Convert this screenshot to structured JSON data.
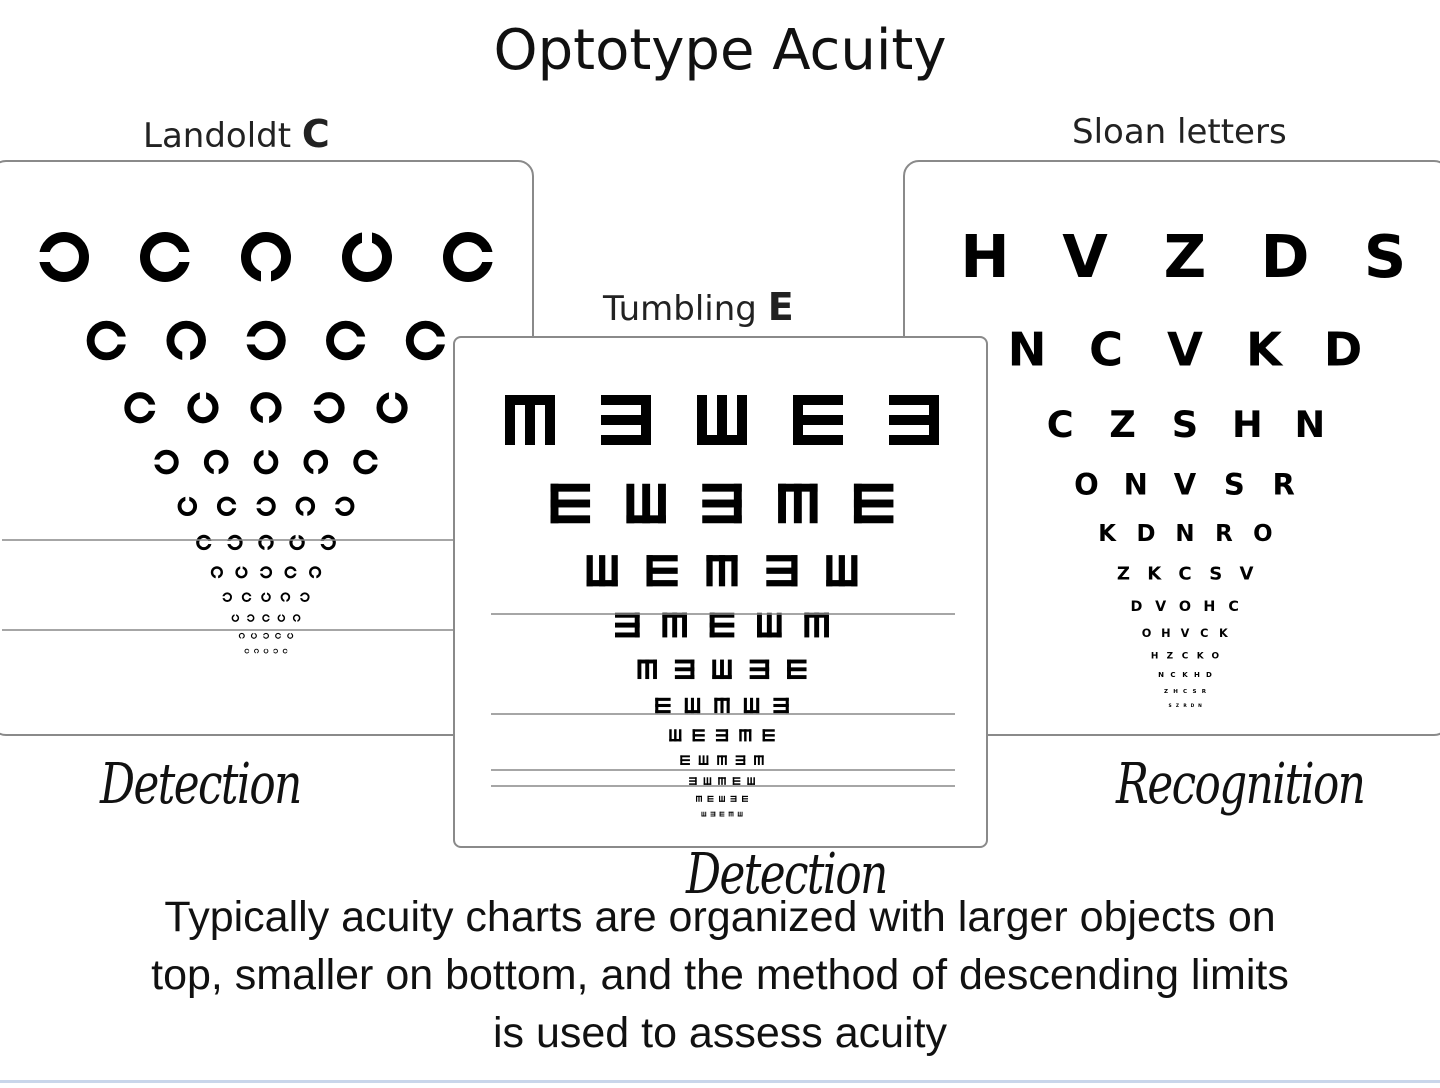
{
  "title": "Optotype Acuity",
  "charts": {
    "landolt": {
      "label_prefix": "Landoldt",
      "label_glyph": "C",
      "method": "Detection"
    },
    "tumbling": {
      "label_prefix": "Tumbling",
      "label_glyph": "E",
      "method": "Detection"
    },
    "sloan": {
      "label": "Sloan letters",
      "method": "Recognition"
    }
  },
  "sloan_rows": [
    [
      "H",
      "V",
      "Z",
      "D",
      "S"
    ],
    [
      "N",
      "C",
      "V",
      "K",
      "D"
    ],
    [
      "C",
      "Z",
      "S",
      "H",
      "N"
    ],
    [
      "O",
      "N",
      "V",
      "S",
      "R"
    ],
    [
      "K",
      "D",
      "N",
      "R",
      "O"
    ],
    [
      "Z",
      "K",
      "C",
      "S",
      "V"
    ],
    [
      "D",
      "V",
      "O",
      "H",
      "C"
    ],
    [
      "O",
      "H",
      "V",
      "C",
      "K"
    ],
    [
      "H",
      "Z",
      "C",
      "K",
      "O"
    ],
    [
      "N",
      "C",
      "K",
      "H",
      "D"
    ],
    [
      "Z",
      "H",
      "C",
      "S",
      "R"
    ],
    [
      "S",
      "Z",
      "R",
      "D",
      "N"
    ]
  ],
  "tumbling_rows": [
    [
      "down",
      "left",
      "up",
      "right",
      "left"
    ],
    [
      "right",
      "up",
      "left",
      "down",
      "right"
    ],
    [
      "up",
      "right",
      "down",
      "left",
      "up"
    ],
    [
      "left",
      "down",
      "right",
      "up",
      "down"
    ],
    [
      "down",
      "left",
      "up",
      "left",
      "right"
    ],
    [
      "right",
      "up",
      "down",
      "up",
      "left"
    ],
    [
      "up",
      "right",
      "left",
      "down",
      "right"
    ],
    [
      "right",
      "up",
      "down",
      "left",
      "down"
    ],
    [
      "left",
      "up",
      "down",
      "right",
      "up"
    ],
    [
      "down",
      "right",
      "up",
      "left",
      "right"
    ],
    [
      "up",
      "left",
      "right",
      "down",
      "up"
    ]
  ],
  "landolt_rows": [
    [
      "left",
      "right",
      "down",
      "up",
      "right"
    ],
    [
      "right",
      "down",
      "left",
      "right",
      "right"
    ],
    [
      "right",
      "up",
      "down",
      "left",
      "up"
    ],
    [
      "left",
      "down",
      "up",
      "down",
      "right"
    ],
    [
      "up",
      "right",
      "left",
      "down",
      "left"
    ],
    [
      "right",
      "left",
      "down",
      "up",
      "left"
    ],
    [
      "down",
      "up",
      "left",
      "right",
      "down"
    ],
    [
      "left",
      "right",
      "up",
      "down",
      "left"
    ],
    [
      "up",
      "left",
      "right",
      "up",
      "down"
    ],
    [
      "down",
      "up",
      "left",
      "right",
      "up"
    ],
    [
      "right",
      "down",
      "up",
      "left",
      "right"
    ]
  ],
  "caption_lines": [
    "Typically acuity charts are organized with larger objects on",
    "top, smaller on bottom, and the method of descending limits",
    "is used to assess acuity"
  ]
}
